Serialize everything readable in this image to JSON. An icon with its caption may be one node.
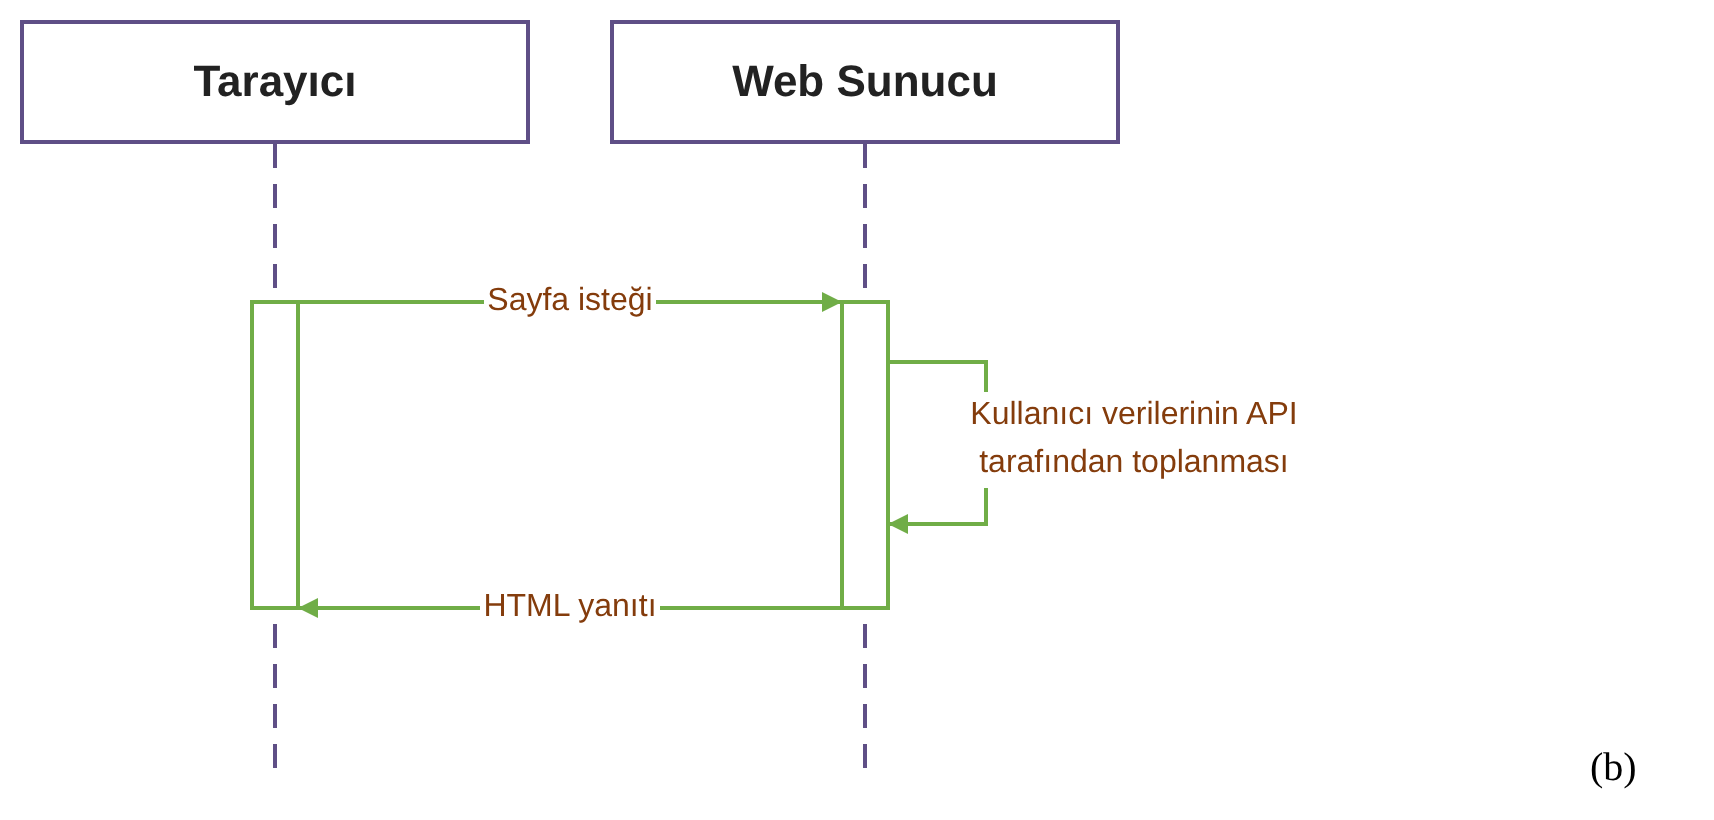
{
  "diagram": {
    "nodes": [
      {
        "text": [
          "Tarayıcı"
        ]
      },
      {
        "text": [
          "Web Sunucu"
        ]
      },
      {
        "text": [],
        "shape": "bar"
      },
      {
        "text": [],
        "shape": "bar"
      }
    ],
    "edges": [
      {
        "from": 2,
        "to": 3,
        "arrow": "to",
        "label": "Sayfa isteği"
      },
      {
        "from": 3,
        "to": 3,
        "arrow": "to",
        "label": "Kullanıcı verilerinin API tarafından toplanması"
      },
      {
        "from": 3,
        "to": 2,
        "arrow": "to",
        "label": "HTML yanıtı"
      }
    ],
    "labels": [
      "(b)"
    ]
  }
}
